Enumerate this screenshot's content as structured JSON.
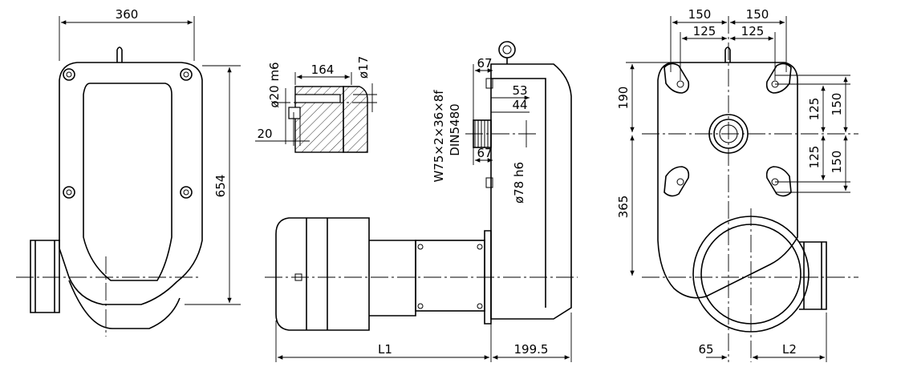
{
  "front_view": {
    "width_dim": "360",
    "height_dim": "654"
  },
  "shaft_detail": {
    "dia_m6": "ø20 m6",
    "length": "164",
    "dia_17": "ø17",
    "key_offset": "20"
  },
  "side_view": {
    "spline_spec": "W75×2×36×8f",
    "spline_standard": "DIN5480",
    "dim_67_top": "67",
    "dim_53": "53",
    "dim_44": "44",
    "dim_67_bottom": "67",
    "shaft_dia": "ø78 h6",
    "motor_length": "L1",
    "gear_length": "199.5"
  },
  "rear_view": {
    "outer_spacing_left": "150",
    "outer_spacing_right": "150",
    "inner_spacing_left": "125",
    "inner_spacing_right": "125",
    "upper_height": "190",
    "lower_height": "365",
    "right_inner_top": "125",
    "right_outer_top": "150",
    "right_inner_bottom": "125",
    "right_outer_bottom": "150",
    "offset_65": "65",
    "length_L2": "L2"
  }
}
